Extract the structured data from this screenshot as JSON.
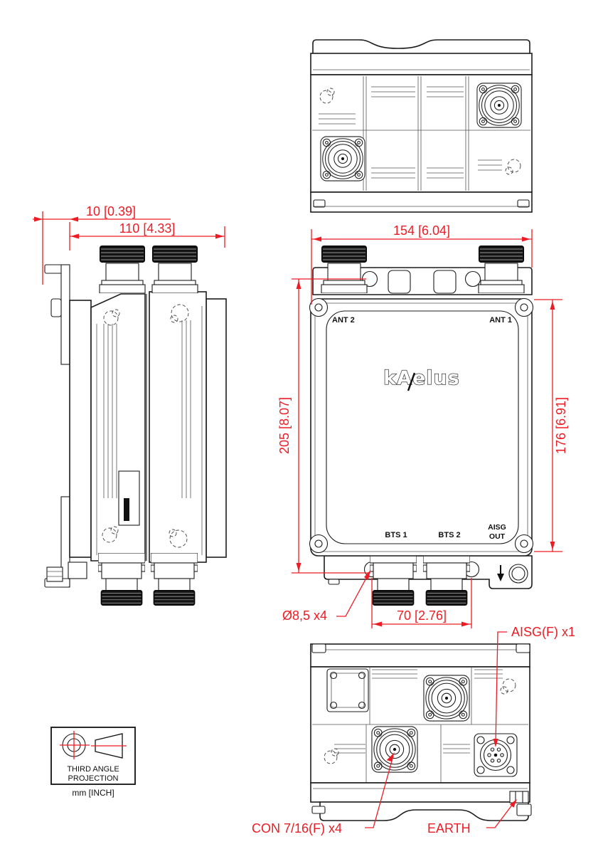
{
  "drawing": {
    "brand": "kAelus",
    "colors": {
      "dimension": "#ed1c24",
      "line": "#1c1c1c"
    },
    "dimensions": {
      "bracket_offset": "10 [0.39]",
      "depth": "110 [4.33]",
      "width": "154 [6.04]",
      "overall_height": "205 [8.07]",
      "body_height": "176 [6.91]",
      "mount_hole_spacing": "70 [2.76]",
      "mount_hole_diameter": "Ø8,5 x4"
    },
    "port_labels": {
      "ant2": "ANT 2",
      "ant1": "ANT 1",
      "bts1": "BTS 1",
      "bts2": "BTS 2",
      "aisg_out_line1": "AISG",
      "aisg_out_line2": "OUT"
    },
    "callouts": {
      "aisg_connector": "AISG(F) x1",
      "rf_connectors": "CON 7/16(F) x4",
      "earth": "EARTH"
    },
    "projection_note": {
      "line1": "THIRD ANGLE",
      "line2": "PROJECTION",
      "units": "mm [INCH]"
    }
  }
}
